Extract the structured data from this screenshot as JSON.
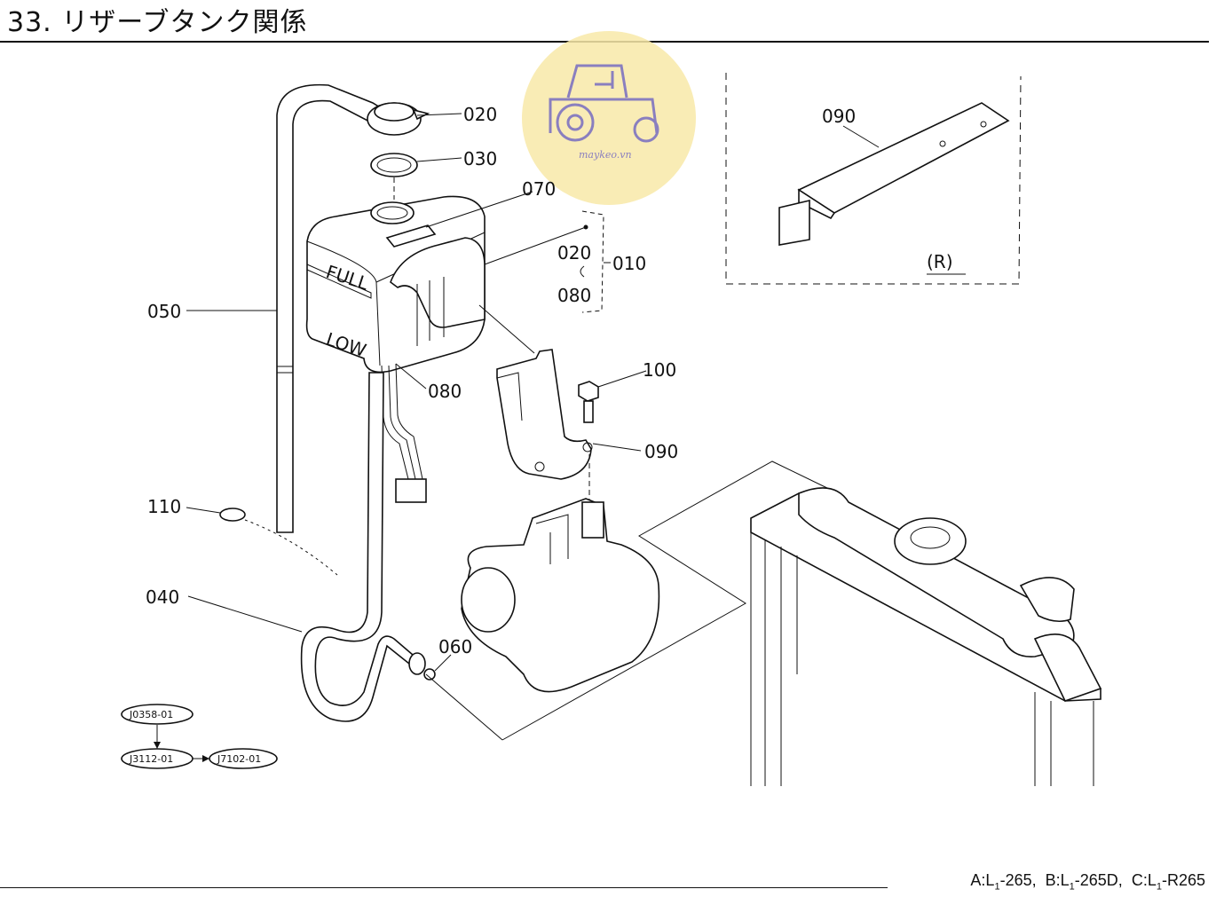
{
  "header": {
    "title": "33. リザーブタンク関係"
  },
  "footer": {
    "model_a": "A:L",
    "model_a_sub": "1",
    "model_a_num": "-265,",
    "model_b": "B:L",
    "model_b_sub": "1",
    "model_b_num": "-265D,",
    "model_c": "C:L",
    "model_c_sub": "1",
    "model_c_num": "-R265"
  },
  "watermark": {
    "text": "maykeo.vn",
    "color": "#f7e7a6",
    "icon": "tractor-icon"
  },
  "parts": {
    "p020": "020",
    "p030": "030",
    "p070": "070",
    "p020b": "020",
    "p010": "010",
    "p080b": "080",
    "p050": "050",
    "p080": "080",
    "p100": "100",
    "p090": "090",
    "p110": "110",
    "p040": "040",
    "p060": "060",
    "p090r": "090",
    "variant_r": "(R)"
  },
  "tank_marks": {
    "full": "FULL",
    "low": "LOW"
  },
  "references": {
    "ref1": "J0358-01",
    "ref2": "J3112-01",
    "ref3": "J7102-01"
  }
}
